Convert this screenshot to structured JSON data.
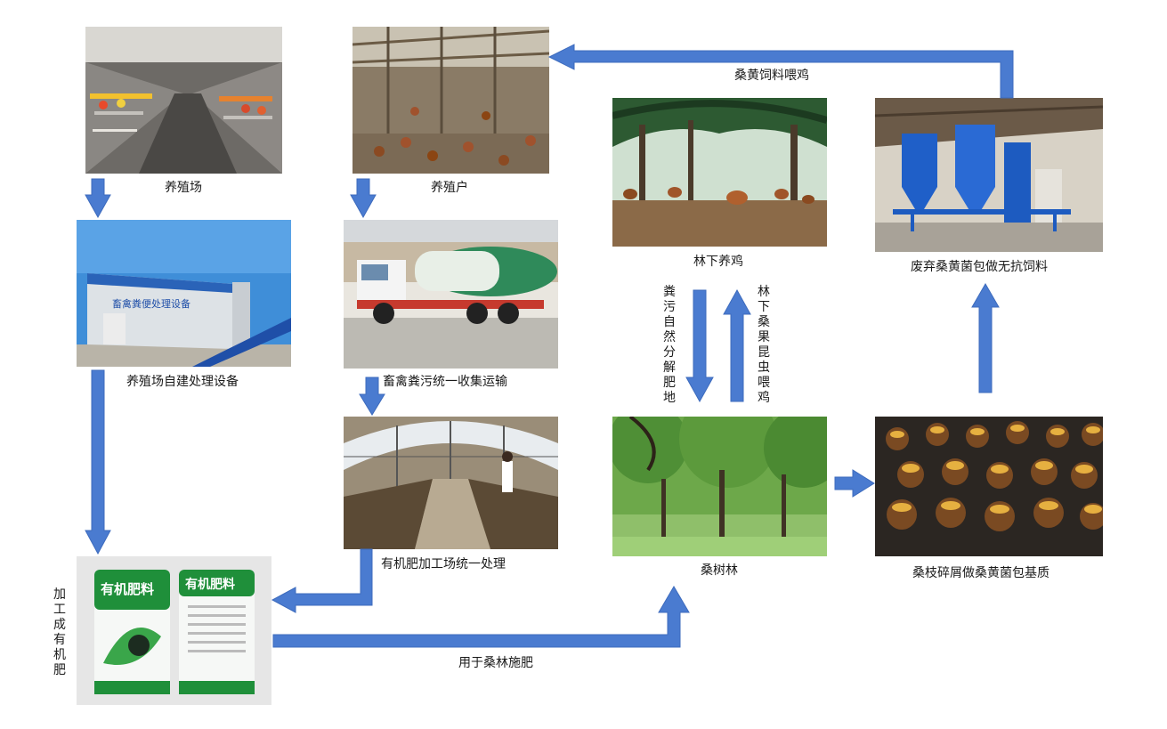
{
  "colors": {
    "arrow": "#4a7bd0",
    "arrow_dark": "#3d6bbd"
  },
  "nodes": {
    "farm": {
      "label": "养殖场",
      "icon": "poultry-farm-cages-photo"
    },
    "household": {
      "label": "养殖户",
      "icon": "chicken-coop-photo"
    },
    "farm_equipment": {
      "label": "养殖场自建处理设备",
      "icon": "waste-treatment-equipment-photo",
      "sign_text": "畜禽粪便处理设备"
    },
    "transport": {
      "label": "畜禽粪污统一收集运输",
      "icon": "tanker-truck-photo"
    },
    "fertilizer_plant": {
      "label": "有机肥加工场统一处理",
      "icon": "compost-greenhouse-photo"
    },
    "organic_fertilizer": {
      "label": "加工成有机肥",
      "icon": "fertilizer-bags-photo",
      "bag_text": "有机肥料"
    },
    "forest_chicken": {
      "label": "林下养鸡",
      "icon": "chickens-under-trees-photo"
    },
    "mulberry_forest": {
      "label": "桑树林",
      "icon": "mulberry-forest-photo"
    },
    "fungus_substrate": {
      "label": "桑枝碎屑做桑黄菌包基质",
      "icon": "fungus-bags-photo"
    },
    "feed_factory": {
      "label": "废弃桑黄菌包做无抗饲料",
      "icon": "feed-processing-plant-photo"
    }
  },
  "edges": {
    "feed_chicken": "桑黄饲料喂鸡",
    "manure_decompose": "粪污自然分解肥地",
    "insect_feed": "林下桑果昆虫喂鸡",
    "fertilize_forest": "用于桑林施肥"
  }
}
